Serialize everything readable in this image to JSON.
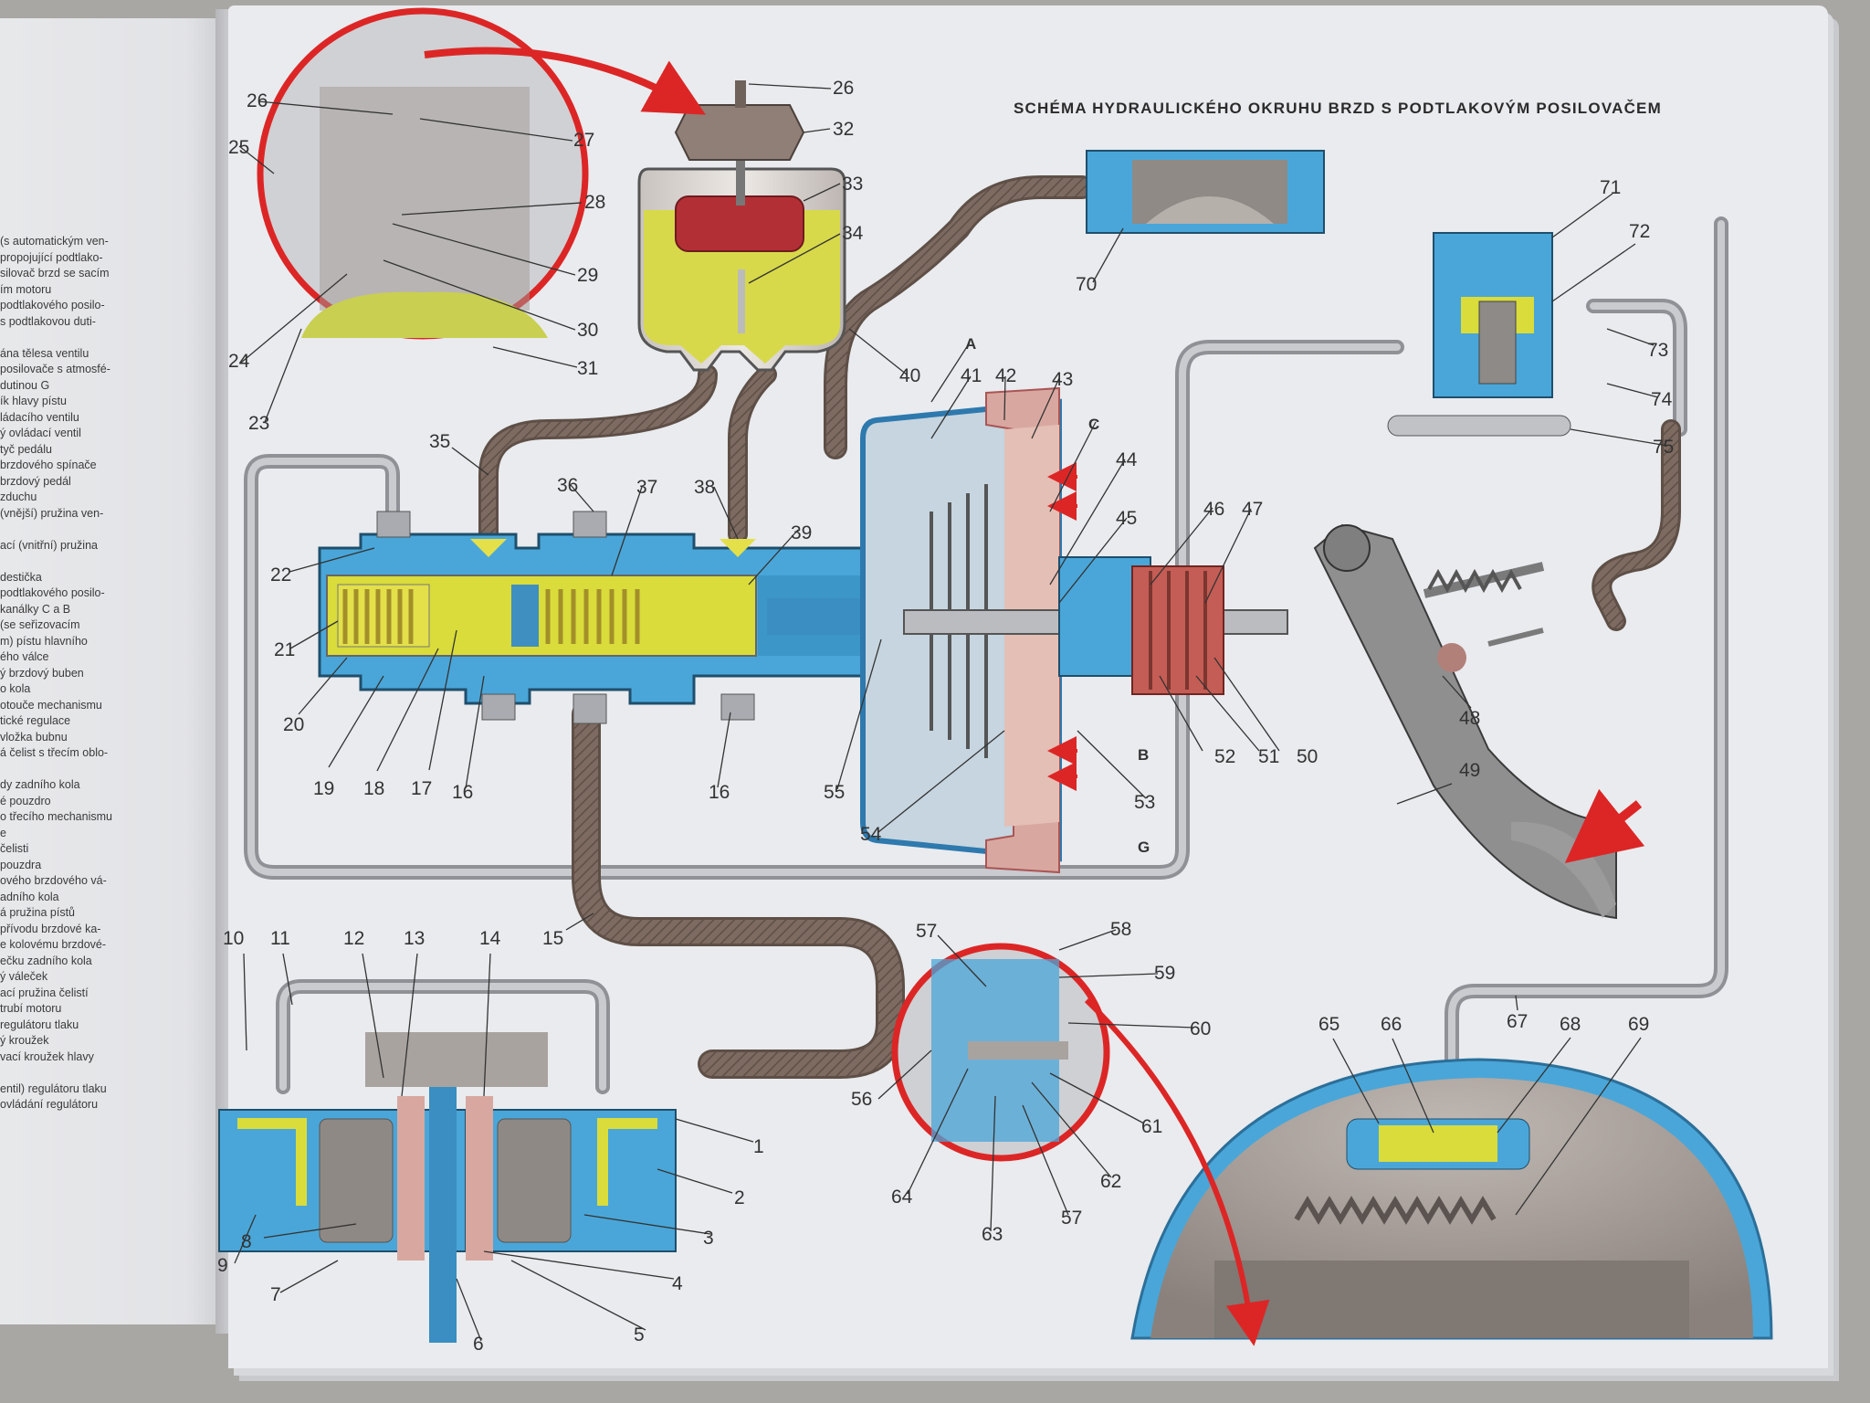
{
  "title": "SCHÉMA HYDRAULICKÉHO OKRUHU BRZD S PODTLAKOVÝM POSILOVAČEM",
  "legend_fragments": [
    "(s automatickým ven-",
    "propojující podtlako-",
    "silovač brzd se sacím",
    "ím motoru",
    "podtlakového posilo-",
    "s podtlakovou duti-",
    "",
    "ána tělesa ventilu",
    "posilovače s atmosfé-",
    "dutinou G",
    "ík hlavy pístu",
    "ládacího ventilu",
    "ý ovládací ventil",
    "tyč pedálu",
    "brzdového spínače",
    "brzdový pedál",
    "zduchu",
    "(vnější) pružina ven-",
    "",
    "ací (vnitřní) pružina",
    "",
    "destička",
    "podtlakového posilo-",
    "kanálky C a B",
    "(se seřizovacím",
    "m) pístu hlavního",
    "ého válce",
    "ý brzdový buben",
    "o kola",
    "otouče mechanismu",
    "tické regulace",
    "vložka bubnu",
    "á čelist s třecím oblo-",
    "",
    "dy zadního kola",
    "é pouzdro",
    "o třecího mechanismu",
    "e",
    "čelisti",
    "pouzdra",
    "ového brzdového vá-",
    "adního kola",
    "á pružina pístů",
    "přívodu brzdové ka-",
    "e kolovému brzdové-",
    "ečku zadního kola",
    "ý váleček",
    "ací pružina čelistí",
    "trubí motoru",
    "regulátoru tlaku",
    "ý kroužek",
    "vací kroužek hlavy",
    "",
    "entil) regulátoru tlaku",
    "ovládání regulátoru"
  ],
  "callouts": [
    {
      "id": "c26a",
      "text": "26"
    },
    {
      "id": "c27",
      "text": "27"
    },
    {
      "id": "c25",
      "text": "25"
    },
    {
      "id": "c28",
      "text": "28"
    },
    {
      "id": "c29",
      "text": "29"
    },
    {
      "id": "c30",
      "text": "30"
    },
    {
      "id": "c31",
      "text": "31"
    },
    {
      "id": "c24",
      "text": "24"
    },
    {
      "id": "c23",
      "text": "23"
    },
    {
      "id": "c26b",
      "text": "26"
    },
    {
      "id": "c32",
      "text": "32"
    },
    {
      "id": "c33",
      "text": "33"
    },
    {
      "id": "c34",
      "text": "34"
    },
    {
      "id": "c70",
      "text": "70"
    },
    {
      "id": "c40",
      "text": "40"
    },
    {
      "id": "c41",
      "text": "41"
    },
    {
      "id": "cA",
      "text": "A"
    },
    {
      "id": "c42",
      "text": "42"
    },
    {
      "id": "c43",
      "text": "43"
    },
    {
      "id": "cC",
      "text": "C"
    },
    {
      "id": "c44",
      "text": "44"
    },
    {
      "id": "c45",
      "text": "45"
    },
    {
      "id": "c46",
      "text": "46"
    },
    {
      "id": "c47",
      "text": "47"
    },
    {
      "id": "c35",
      "text": "35"
    },
    {
      "id": "c36",
      "text": "36"
    },
    {
      "id": "c37",
      "text": "37"
    },
    {
      "id": "c38",
      "text": "38"
    },
    {
      "id": "c39",
      "text": "39"
    },
    {
      "id": "c22",
      "text": "22"
    },
    {
      "id": "c21",
      "text": "21"
    },
    {
      "id": "c20",
      "text": "20"
    },
    {
      "id": "c19",
      "text": "19"
    },
    {
      "id": "c18",
      "text": "18"
    },
    {
      "id": "c17",
      "text": "17"
    },
    {
      "id": "c16a",
      "text": "16"
    },
    {
      "id": "c16b",
      "text": "16"
    },
    {
      "id": "c55",
      "text": "55"
    },
    {
      "id": "c54",
      "text": "54"
    },
    {
      "id": "c53",
      "text": "53"
    },
    {
      "id": "cB",
      "text": "B"
    },
    {
      "id": "cG",
      "text": "G"
    },
    {
      "id": "c52",
      "text": "52"
    },
    {
      "id": "c51",
      "text": "51"
    },
    {
      "id": "c50",
      "text": "50"
    },
    {
      "id": "c48",
      "text": "48"
    },
    {
      "id": "c49",
      "text": "49"
    },
    {
      "id": "c71",
      "text": "71"
    },
    {
      "id": "c72",
      "text": "72"
    },
    {
      "id": "c73",
      "text": "73"
    },
    {
      "id": "c74",
      "text": "74"
    },
    {
      "id": "c75",
      "text": "75"
    },
    {
      "id": "c10",
      "text": "10"
    },
    {
      "id": "c11",
      "text": "11"
    },
    {
      "id": "c12",
      "text": "12"
    },
    {
      "id": "c13",
      "text": "13"
    },
    {
      "id": "c14",
      "text": "14"
    },
    {
      "id": "c15",
      "text": "15"
    },
    {
      "id": "c1",
      "text": "1"
    },
    {
      "id": "c2",
      "text": "2"
    },
    {
      "id": "c3",
      "text": "3"
    },
    {
      "id": "c4",
      "text": "4"
    },
    {
      "id": "c5",
      "text": "5"
    },
    {
      "id": "c6",
      "text": "6"
    },
    {
      "id": "c7",
      "text": "7"
    },
    {
      "id": "c8",
      "text": "8"
    },
    {
      "id": "c9",
      "text": "9"
    },
    {
      "id": "c57a",
      "text": "57"
    },
    {
      "id": "c58",
      "text": "58"
    },
    {
      "id": "c59",
      "text": "59"
    },
    {
      "id": "c60",
      "text": "60"
    },
    {
      "id": "c56",
      "text": "56"
    },
    {
      "id": "c61",
      "text": "61"
    },
    {
      "id": "c62",
      "text": "62"
    },
    {
      "id": "c64",
      "text": "64"
    },
    {
      "id": "c63",
      "text": "63"
    },
    {
      "id": "c57b",
      "text": "57"
    },
    {
      "id": "c65",
      "text": "65"
    },
    {
      "id": "c66",
      "text": "66"
    },
    {
      "id": "c67",
      "text": "67"
    },
    {
      "id": "c68",
      "text": "68"
    },
    {
      "id": "c69",
      "text": "69"
    }
  ],
  "colors": {
    "housing_blue": "#4aa6d8",
    "fluid_yellow": "#d9dc3a",
    "pipe_gray": "#a9abb0",
    "hose_brown": "#7d6a60",
    "callout_red": "#dc2626",
    "seal_pink": "#d8a8a0",
    "reservoir_red": "#b83037"
  }
}
